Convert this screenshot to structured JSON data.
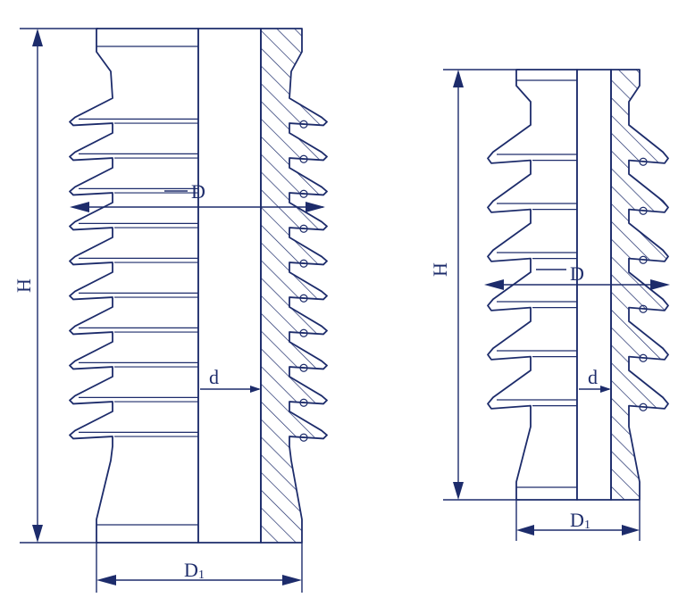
{
  "colors": {
    "line": "#1d2c6b",
    "background": "#ffffff"
  },
  "insulators": [
    {
      "id": "left",
      "shed_count": 10,
      "labels": {
        "height": "H",
        "shed_diameter": "D",
        "inner_diameter": "d",
        "base_diameter_main": "D",
        "base_diameter_sub": "1"
      }
    },
    {
      "id": "right",
      "shed_count": 6,
      "labels": {
        "height": "H",
        "shed_diameter": "D",
        "inner_diameter": "d",
        "base_diameter_main": "D",
        "base_diameter_sub": "1"
      }
    }
  ]
}
